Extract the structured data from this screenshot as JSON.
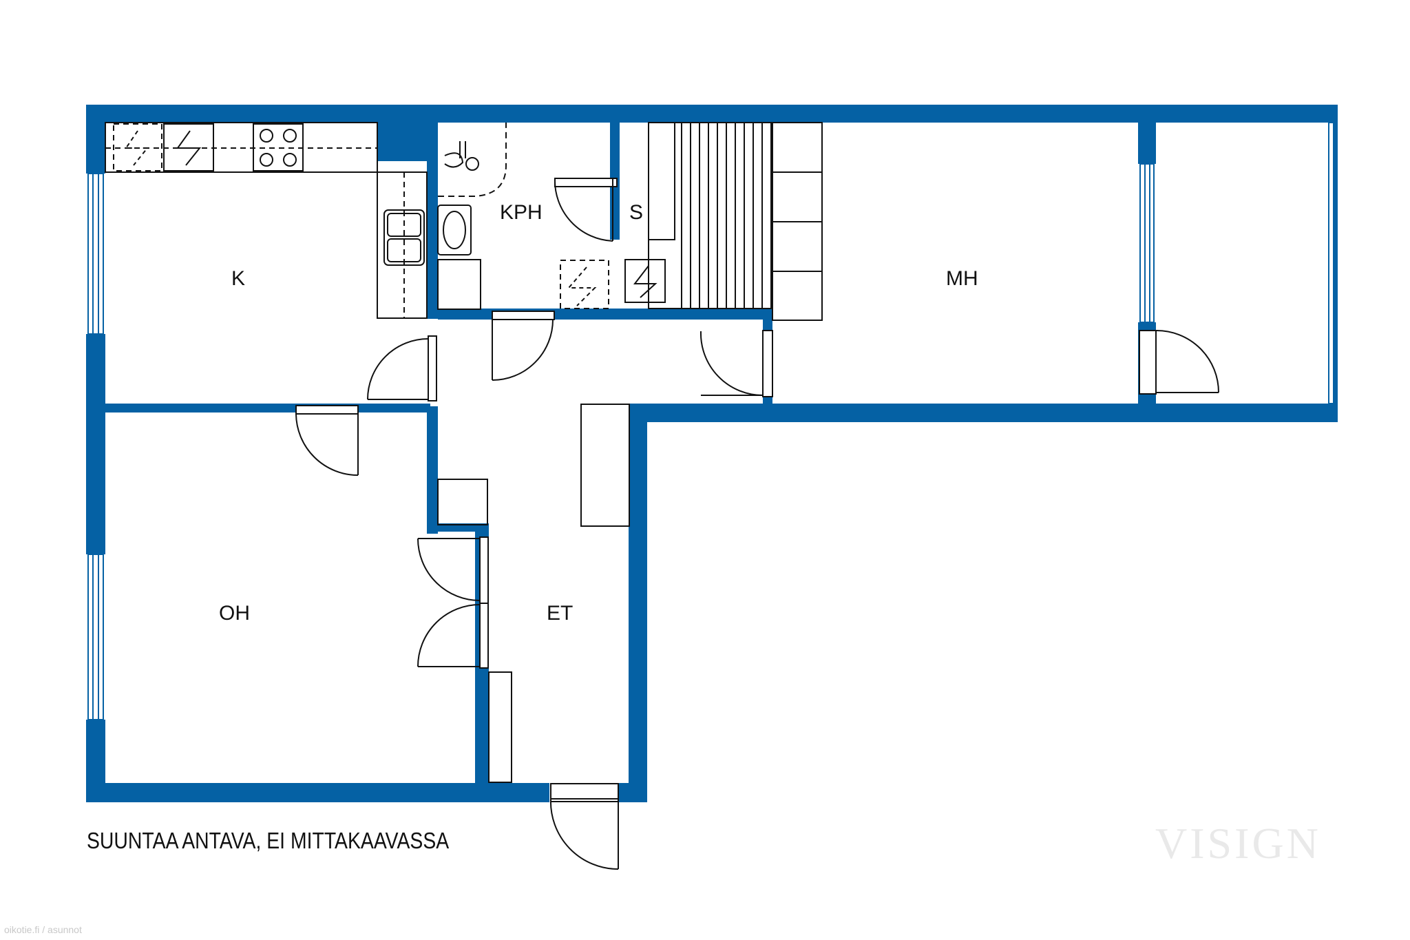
{
  "rooms": {
    "kitchen": "K",
    "bathroom": "KPH",
    "sauna": "S",
    "bedroom": "MH",
    "living_room": "OH",
    "hall": "ET"
  },
  "footnote": "SUUNTAA ANTAVA, EI MITTAKAAVASSA",
  "watermark": "VISIGN",
  "source": "oikotie.fi / asunnot",
  "colors": {
    "wall": "#0561a4",
    "line": "#111111",
    "background": "#ffffff"
  }
}
